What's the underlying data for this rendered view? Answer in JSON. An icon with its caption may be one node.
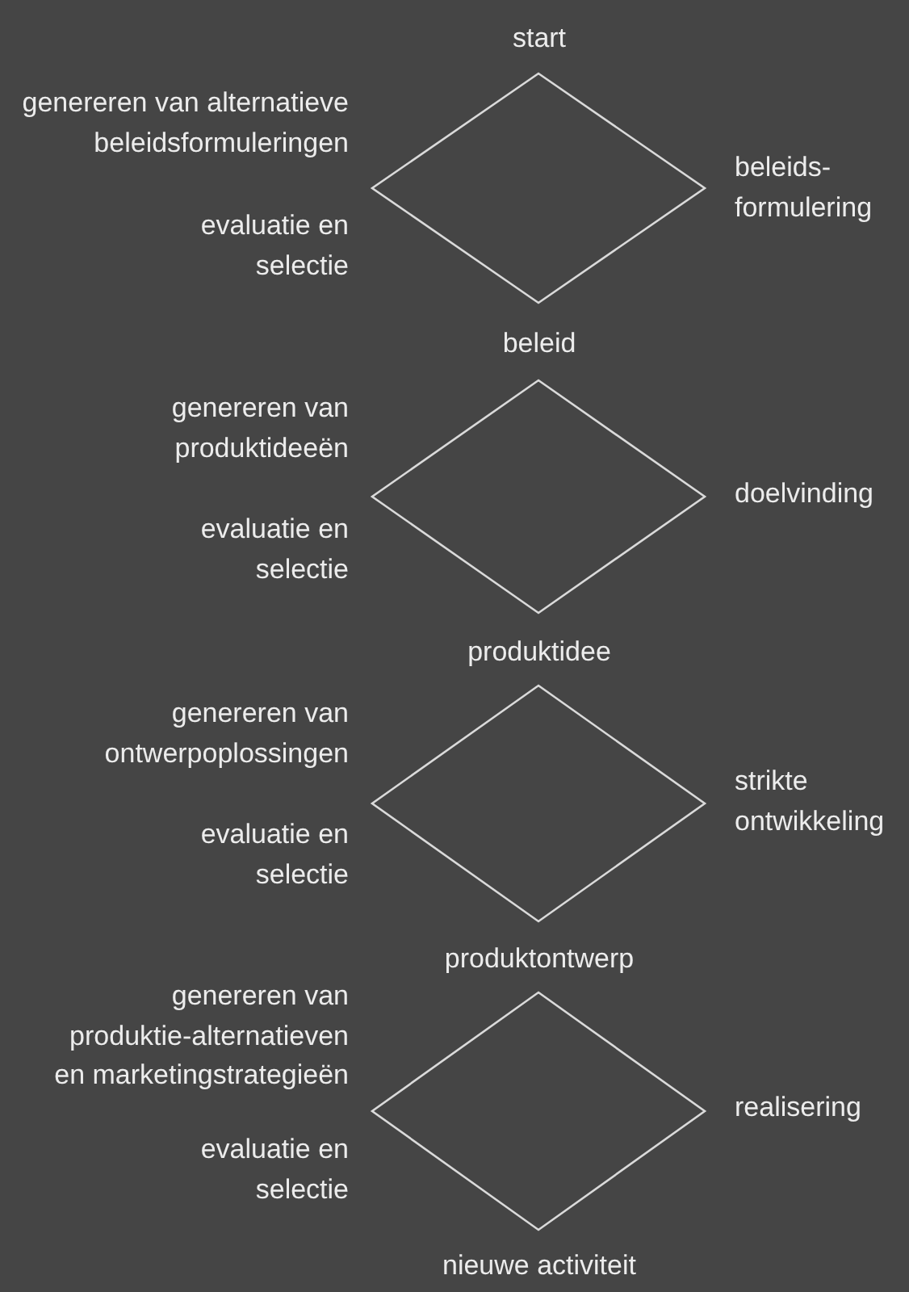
{
  "diagram": {
    "nodes": [
      {
        "text": [],
        "shape": "diamond",
        "beside": [
          "genereren van alternatieve beleidsformuleringen",
          "evaluatie en selectie",
          "beleids- formulering"
        ]
      },
      {
        "text": [],
        "shape": "diamond",
        "beside": [
          "genereren van produktideeën",
          "evaluatie en selectie",
          "doelvinding"
        ]
      },
      {
        "text": [],
        "shape": "diamond",
        "beside": [
          "genereren van ontwerpoplossingen",
          "evaluatie en selectie",
          "strikte ontwikkeling"
        ]
      },
      {
        "text": [],
        "shape": "diamond",
        "beside": [
          "genereren van produktie-alternatieven en marketingstrategieën",
          "evaluatie en selectie",
          "realisering"
        ]
      }
    ],
    "labels": [
      "start",
      "beleid",
      "produktidee",
      "produktontwerp",
      "nieuwe activiteit"
    ]
  }
}
